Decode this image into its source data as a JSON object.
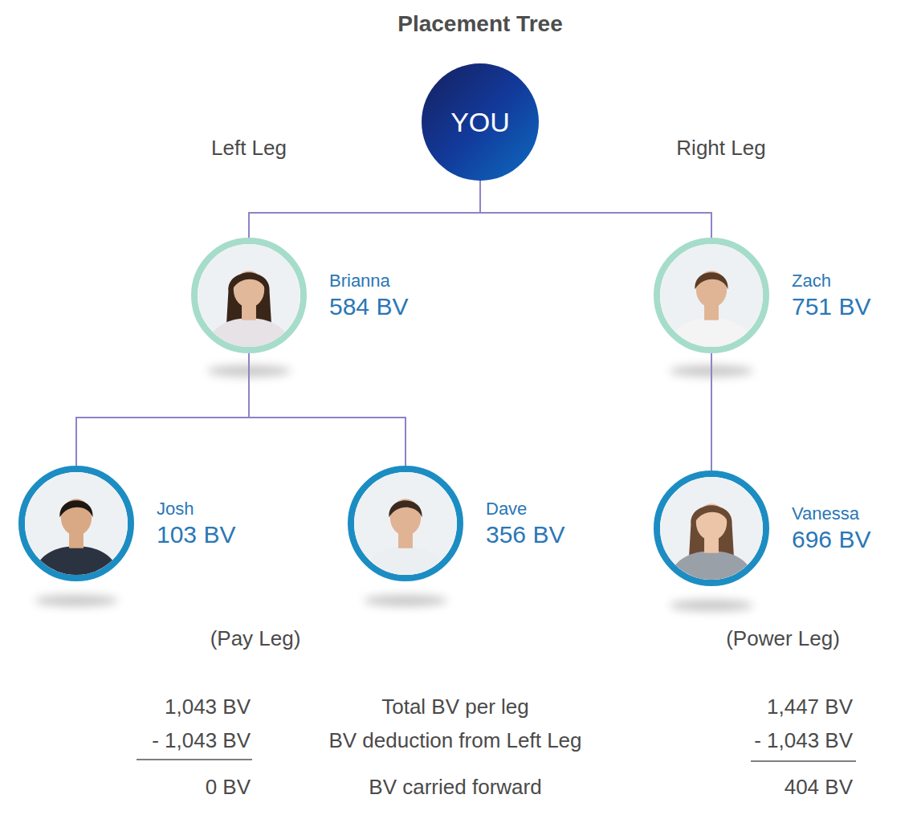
{
  "diagram": {
    "title": "Placement Tree",
    "nodes": [
      {
        "text": [
          "YOU"
        ]
      },
      {
        "text": [
          "Brianna",
          "584 BV"
        ]
      },
      {
        "text": [
          "Zach",
          "751 BV"
        ]
      },
      {
        "text": [
          "Josh",
          "103 BV"
        ]
      },
      {
        "text": [
          "Dave",
          "356 BV"
        ]
      },
      {
        "text": [
          "Vanessa",
          "696 BV"
        ]
      }
    ],
    "edges": [
      {
        "from": 0,
        "to": 1,
        "arrow": "none"
      },
      {
        "from": 0,
        "to": 2,
        "arrow": "none"
      },
      {
        "from": 1,
        "to": 3,
        "arrow": "none"
      },
      {
        "from": 1,
        "to": 4,
        "arrow": "none"
      },
      {
        "from": 2,
        "to": 5,
        "arrow": "none"
      }
    ],
    "labels": [
      "Left Leg",
      "Right Leg",
      "(Pay Leg)",
      "(Power Leg)",
      "1,043 BV",
      "Total BV per leg",
      "1,447 BV",
      "- 1,043 BV",
      "BV deduction from Left Leg",
      "- 1,043 BV",
      "0 BV",
      "BV carried forward",
      "404 BV"
    ]
  }
}
